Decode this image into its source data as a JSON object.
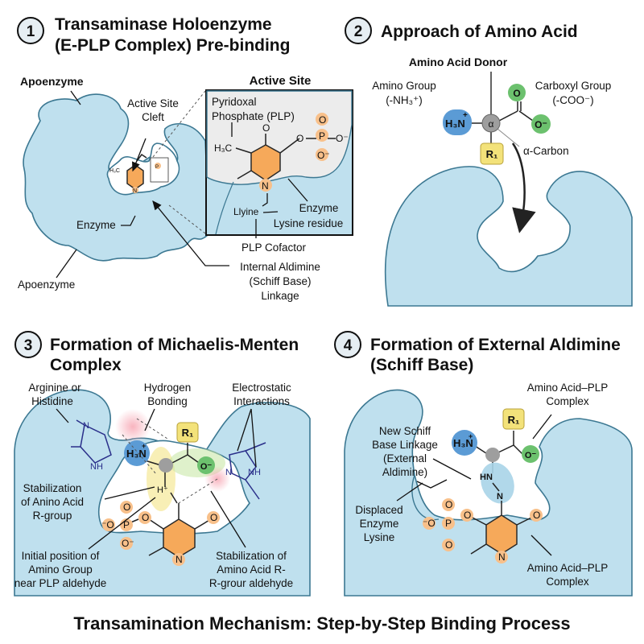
{
  "title": "Transamination Mechanism: Step-by-Step Binding Process",
  "colors": {
    "enzyme_fill": "#bfe0ee",
    "enzyme_stroke": "#3c7892",
    "plp_ring": "#f6a95a",
    "amino_group": "#5b9bd5",
    "carboxyl_group": "#6cc16e",
    "r_group": "#f3e27a",
    "alpha_carbon": "#9e9e9e",
    "histidine": "#2a2f8a"
  },
  "panels": [
    {
      "number": "1",
      "title_line1": "Transaminase Holoenzyme",
      "title_line2": "(E-PLP Complex) Pre-binding",
      "labels": {
        "apoenzyme_top": "Apoenzyme",
        "active_site_cleft_1": "Active Site",
        "active_site_cleft_2": "Cleft",
        "enzyme": "Enzyme",
        "apoenzyme_bottom": "Apoenzyme",
        "active_site": "Active Site",
        "plp_1": "Pyridoxal",
        "plp_2": "Phosphate (PLP)",
        "lysine_1": "Enzyme",
        "lysine_2": "Lysine residue",
        "llyine": "Llyine",
        "plp_cofactor": "PLP Cofactor",
        "aldimine_1": "Internal Aldimine",
        "aldimine_2": "(Schiff Base)",
        "aldimine_3": "Linkage"
      },
      "atoms": {
        "h3c": "H₃C",
        "o": "O",
        "p": "P",
        "o_minus": "O⁻",
        "n": "N"
      }
    },
    {
      "number": "2",
      "title": "Approach of Amino Acid",
      "labels": {
        "donor": "Amino Acid Donor",
        "amino_1": "Amino Group",
        "amino_2": "(-NH₃⁺)",
        "carboxyl_1": "Carboxyl Group",
        "carboxyl_2": "(-COO⁻)",
        "alpha_carbon": "α-Carbon"
      },
      "atoms": {
        "h3n": "H₃N",
        "plus": "+",
        "alpha": "α",
        "o": "O",
        "o_minus": "O⁻",
        "r1": "R₁"
      }
    },
    {
      "number": "3",
      "title_line1": "Formation of Michaelis-Menten",
      "title_line2": "Complex",
      "labels": {
        "arg_his_1": "Arginine or",
        "arg_his_2": "Histidine",
        "hbond_1": "Hydrogen",
        "hbond_2": "Bonding",
        "electro_1": "Electrostatic",
        "electro_2": "Interactions",
        "stab_r_1": "Stabilization",
        "stab_r_2": "of Anino Acid",
        "stab_r_3": "R-group",
        "initial_1": "Initial position of",
        "initial_2": "Amino Group",
        "initial_3": "near PLP aldehyde",
        "stab_ald_1": "Stabilization of",
        "stab_ald_2": "Amino Acid R-",
        "stab_ald_3": "R-grour aldehyde"
      },
      "atoms": {
        "h3n": "H₃N",
        "plus": "+",
        "o_minus": "O⁻",
        "r1": "R₁",
        "n": "N",
        "nh": "NH",
        "h": "H",
        "h_plus": "H⁺",
        "o": "O",
        "p": "P",
        "minus_o": "⁻O"
      }
    },
    {
      "number": "4",
      "title_line1": "Formation of External Aldimine",
      "title_line2": "(Schiff Base)",
      "labels": {
        "complex_top_1": "Amino Acid–PLP",
        "complex_top_2": "Complex",
        "schiff_1": "New Schiff",
        "schiff_2": "Base Linkage",
        "schiff_3": "(External",
        "schiff_4": "Aldimine)",
        "displaced_1": "Displaced",
        "displaced_2": "Enzyme",
        "displaced_3": "Lysine",
        "complex_bottom_1": "Amino Acid–PLP",
        "complex_bottom_2": "Complex"
      },
      "atoms": {
        "h3n": "H₃N",
        "plus": "+",
        "o_minus": "O⁻",
        "r1": "R₁",
        "hn": "HN",
        "n": "N",
        "o": "O",
        "p": "P",
        "minus_o": "⁻O"
      }
    }
  ]
}
